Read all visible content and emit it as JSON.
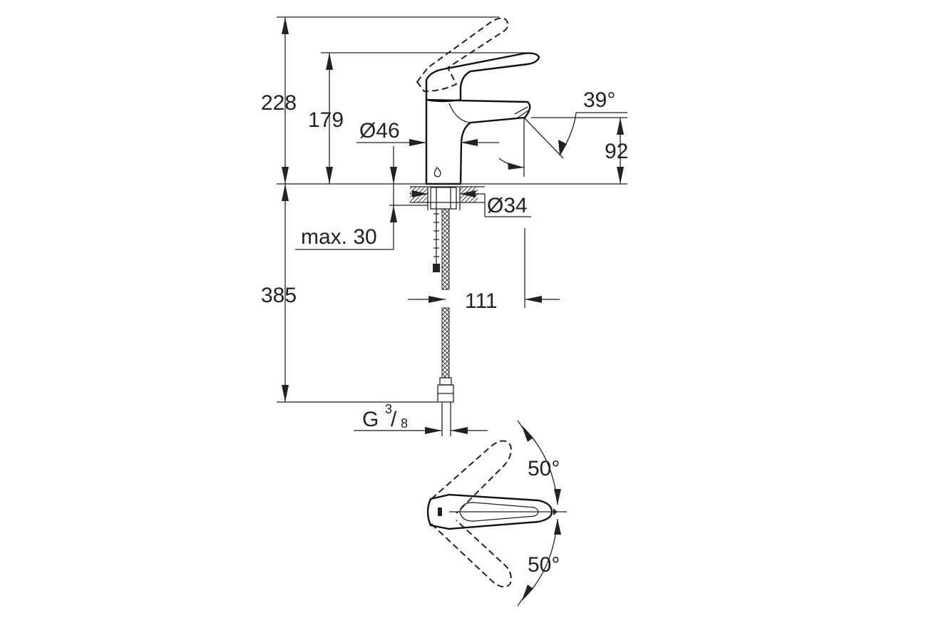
{
  "dimensions": {
    "total_height": "228",
    "body_height": "179",
    "base_diameter": "Ø46",
    "spout_angle": "39°",
    "spout_height": "92",
    "hole_diameter": "Ø34",
    "max_thickness": "max. 30",
    "hose_length": "385",
    "spout_reach": "111",
    "connection_thread": "G",
    "thread_num": "3",
    "thread_den": "8",
    "swing_angle_top": "50°",
    "swing_angle_bottom": "50°"
  },
  "colors": {
    "line": "#222222",
    "background": "#ffffff"
  }
}
